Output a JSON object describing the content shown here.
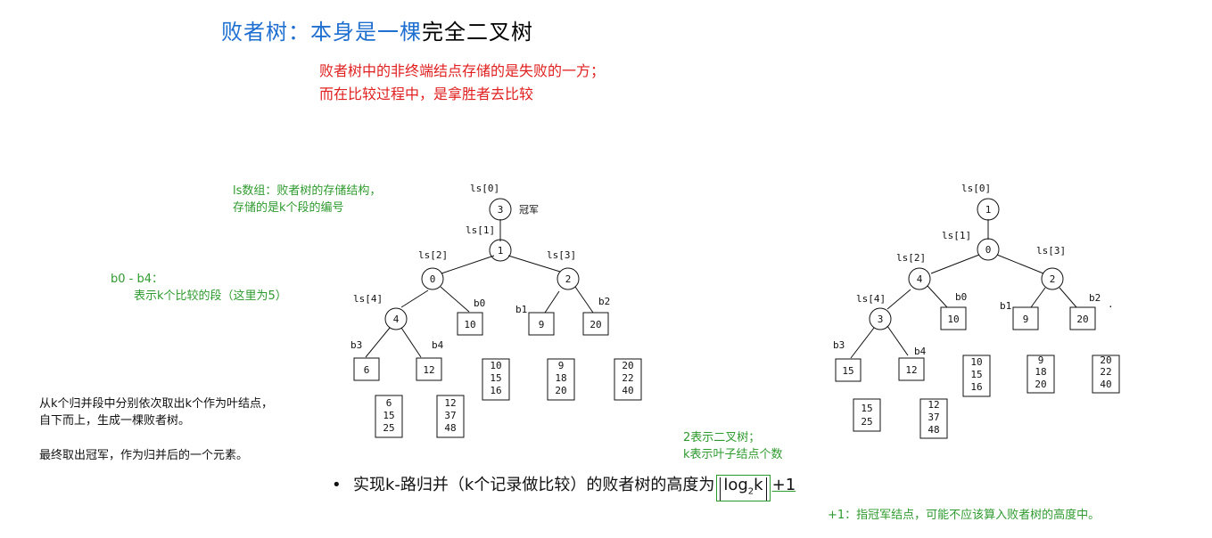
{
  "title": {
    "blue": "败者树：本身是一棵",
    "black": "完全二叉树"
  },
  "red_note": {
    "line1": "败者树中的非终端结点存储的是失败的一方；",
    "line2": "而在比较过程中，是拿胜者去比较"
  },
  "ls_note": {
    "line1": "ls数组：败者树的存储结构，",
    "line2": "存储的是k个段的编号"
  },
  "b_note": {
    "line1": "b0 - b4：",
    "line2": "表示k个比较的段（这里为5）"
  },
  "leaf_note": {
    "line1": "从k个归并段中分别依次取出k个作为叶结点，",
    "line2": "自下而上，生成一棵败者树。"
  },
  "final_note": "最终取出冠军，作为归并后的一个元素。",
  "two_note": {
    "line1": "2表示二叉树；",
    "line2": "k表示叶子结点个数"
  },
  "bullet": {
    "dot": "•",
    "prefix": "实现k-路归并（k个记录做比较）的败者树的高度为",
    "log": "log",
    "sub": "2",
    "k": "k",
    "plus": "+1"
  },
  "plus_note": "+1：指冠军结点，可能不应该算入败者树的高度中。",
  "tree_left": {
    "champion_label": "冠军",
    "ls_labels": [
      "ls[0]",
      "ls[1]",
      "ls[2]",
      "ls[3]",
      "ls[4]"
    ],
    "internal_values": [
      "3",
      "1",
      "0",
      "2",
      "4"
    ],
    "b_labels": [
      "b0",
      "b1",
      "b2",
      "b3",
      "b4"
    ],
    "leaf_values": [
      "10",
      "9",
      "20",
      "6",
      "12"
    ],
    "runs": [
      [
        "10",
        "15",
        "16"
      ],
      [
        "9",
        "18",
        "20"
      ],
      [
        "20",
        "22",
        "40"
      ],
      [
        "6",
        "15",
        "25"
      ],
      [
        "12",
        "37",
        "48"
      ]
    ]
  },
  "tree_right": {
    "ls_labels": [
      "ls[0]",
      "ls[1]",
      "ls[2]",
      "ls[3]",
      "ls[4]"
    ],
    "internal_values": [
      "1",
      "0",
      "4",
      "2",
      "3"
    ],
    "b_labels": [
      "b0",
      "b1",
      "b2",
      "b3",
      "b4"
    ],
    "leaf_values": [
      "10",
      "9",
      "20",
      "15",
      "12"
    ],
    "runs": [
      [
        "10",
        "15",
        "16"
      ],
      [
        "9",
        "18",
        "20"
      ],
      [
        "20",
        "22",
        "40"
      ],
      [
        "15",
        "25"
      ],
      [
        "12",
        "37",
        "48"
      ]
    ],
    "mark": "."
  }
}
